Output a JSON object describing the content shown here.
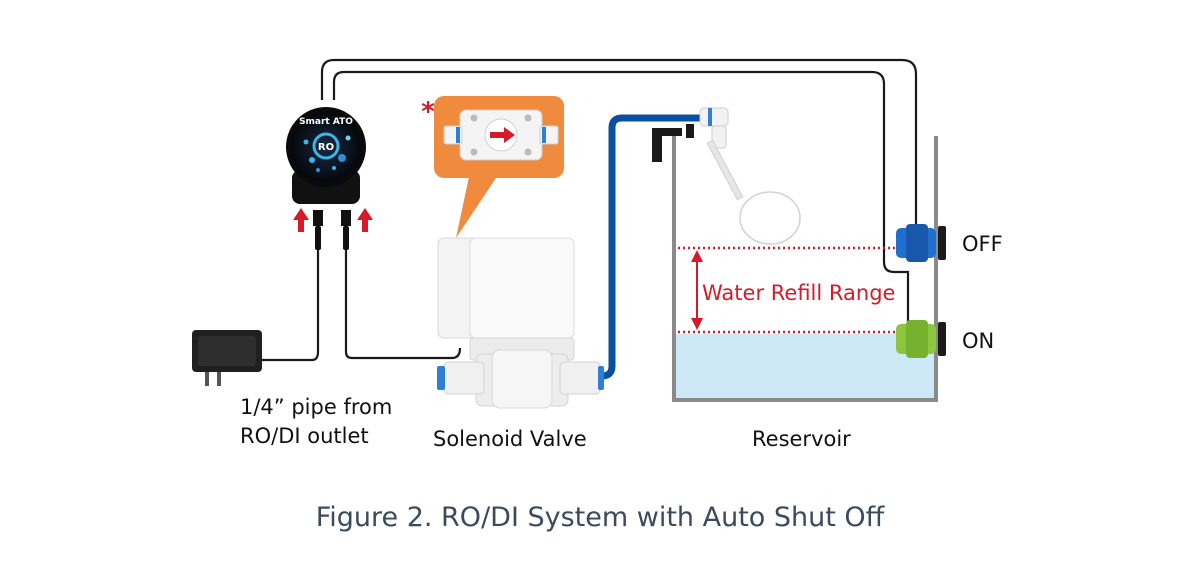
{
  "controller": {
    "brand": "Smart ATO",
    "badge": "RO"
  },
  "labels": {
    "pipe_line1": "1/4” pipe from",
    "pipe_line2": "RO/DI outlet",
    "solenoid": "Solenoid Valve",
    "reservoir": "Reservoir",
    "refill_range": "Water Refill Range",
    "off": "OFF",
    "on": "ON",
    "asterisk": "*"
  },
  "caption": "Figure 2. RO/DI System with Auto Shut Off",
  "colors": {
    "pipe": "#0b4fa0",
    "refill": "#d71a28",
    "water": "#cde9f7",
    "tank": "#8a8a8a",
    "callout": "#f08a3c",
    "sensor_off": "#1f6fd0",
    "sensor_on": "#8cc63f",
    "caption": "#3b4a5c"
  },
  "icons": [
    "power-adapter-icon",
    "smart-ato-controller-icon",
    "solenoid-valve-icon",
    "float-valve-icon",
    "optical-sensor-icon",
    "arrow-up-icon"
  ]
}
